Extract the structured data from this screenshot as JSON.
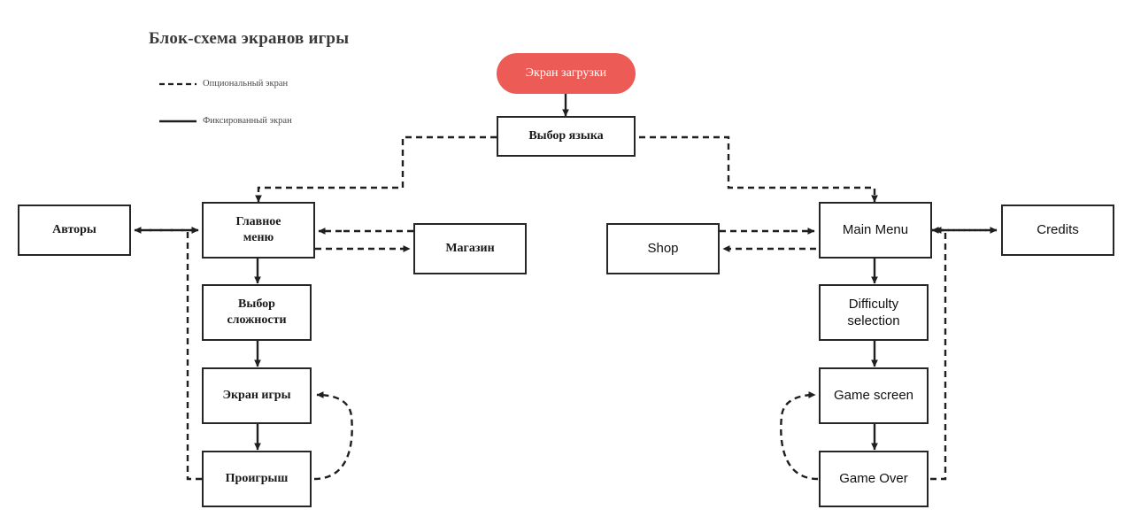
{
  "header": {
    "title": "Блок-схема экранов игры"
  },
  "legend": {
    "items": [
      {
        "id": "optional",
        "style": "dashed",
        "label": "Опциональный экран"
      },
      {
        "id": "fixed",
        "style": "solid",
        "label": "Фиксированный экран"
      }
    ]
  },
  "colors": {
    "start_node_fill": "#ec5b55",
    "start_node_text": "#ffffff",
    "node_border": "#262626",
    "node_fill": "#ffffff",
    "edge": "#1f1f1f",
    "title_text": "#3a3a3a",
    "page_background": "#ffffff"
  },
  "nodes": {
    "loading_screen": {
      "label": "Экран загрузки",
      "shape": "rounded-pill",
      "lang": "ru"
    },
    "language_select": {
      "label": "Выбор языка",
      "shape": "rect",
      "lang": "ru"
    },
    "authors": {
      "label": "Авторы",
      "shape": "rect",
      "lang": "ru"
    },
    "main_menu_ru": {
      "label": "Главное\nменю",
      "line1": "Главное",
      "line2": "меню",
      "shape": "rect",
      "lang": "ru"
    },
    "shop_ru": {
      "label": "Магазин",
      "shape": "rect",
      "lang": "ru"
    },
    "difficulty_ru": {
      "label": "Выбор\nсложности",
      "line1": "Выбор",
      "line2": "сложности",
      "shape": "rect",
      "lang": "ru"
    },
    "game_screen_ru": {
      "label": "Экран игры",
      "shape": "rect",
      "lang": "ru"
    },
    "game_over_ru": {
      "label": "Проигрыш",
      "shape": "rect",
      "lang": "ru"
    },
    "shop_en": {
      "label": "Shop",
      "shape": "rect",
      "lang": "en"
    },
    "main_menu_en": {
      "label": "Main Menu",
      "shape": "rect",
      "lang": "en"
    },
    "credits_en": {
      "label": "Credits",
      "shape": "rect",
      "lang": "en"
    },
    "difficulty_en": {
      "label": "Difficulty\nselection",
      "line1": "Difficulty",
      "line2": "selection",
      "shape": "rect",
      "lang": "en"
    },
    "game_screen_en": {
      "label": "Game screen",
      "shape": "rect",
      "lang": "en"
    },
    "game_over_en": {
      "label": "Game Over",
      "shape": "rect",
      "lang": "en"
    }
  },
  "edges": [
    {
      "from": "loading_screen",
      "to": "language_select",
      "style": "solid",
      "direction": "one-way"
    },
    {
      "from": "language_select",
      "to": "main_menu_ru",
      "style": "dashed",
      "direction": "one-way"
    },
    {
      "from": "language_select",
      "to": "main_menu_en",
      "style": "dashed",
      "direction": "one-way"
    },
    {
      "from": "main_menu_ru",
      "to": "authors",
      "style": "dashed",
      "direction": "two-way"
    },
    {
      "from": "main_menu_ru",
      "to": "shop_ru",
      "style": "dashed",
      "direction": "one-way"
    },
    {
      "from": "shop_ru",
      "to": "language_select",
      "style": "dashed",
      "direction": "one-way"
    },
    {
      "from": "main_menu_ru",
      "to": "difficulty_ru",
      "style": "solid",
      "direction": "one-way"
    },
    {
      "from": "difficulty_ru",
      "to": "game_screen_ru",
      "style": "solid",
      "direction": "one-way"
    },
    {
      "from": "game_screen_ru",
      "to": "game_over_ru",
      "style": "solid",
      "direction": "one-way"
    },
    {
      "from": "game_over_ru",
      "to": "game_screen_ru",
      "style": "dashed",
      "direction": "one-way"
    },
    {
      "from": "game_over_ru",
      "to": "main_menu_ru",
      "style": "dashed",
      "direction": "one-way"
    },
    {
      "from": "main_menu_en",
      "to": "credits_en",
      "style": "dashed",
      "direction": "two-way"
    },
    {
      "from": "main_menu_en",
      "to": "shop_en",
      "style": "dashed",
      "direction": "one-way"
    },
    {
      "from": "shop_en",
      "to": "language_select",
      "style": "dashed",
      "direction": "one-way"
    },
    {
      "from": "main_menu_en",
      "to": "difficulty_en",
      "style": "solid",
      "direction": "one-way"
    },
    {
      "from": "difficulty_en",
      "to": "game_screen_en",
      "style": "solid",
      "direction": "one-way"
    },
    {
      "from": "game_screen_en",
      "to": "game_over_en",
      "style": "solid",
      "direction": "one-way"
    },
    {
      "from": "game_over_en",
      "to": "game_screen_en",
      "style": "dashed",
      "direction": "one-way"
    },
    {
      "from": "game_over_en",
      "to": "main_menu_en",
      "style": "dashed",
      "direction": "one-way"
    }
  ]
}
